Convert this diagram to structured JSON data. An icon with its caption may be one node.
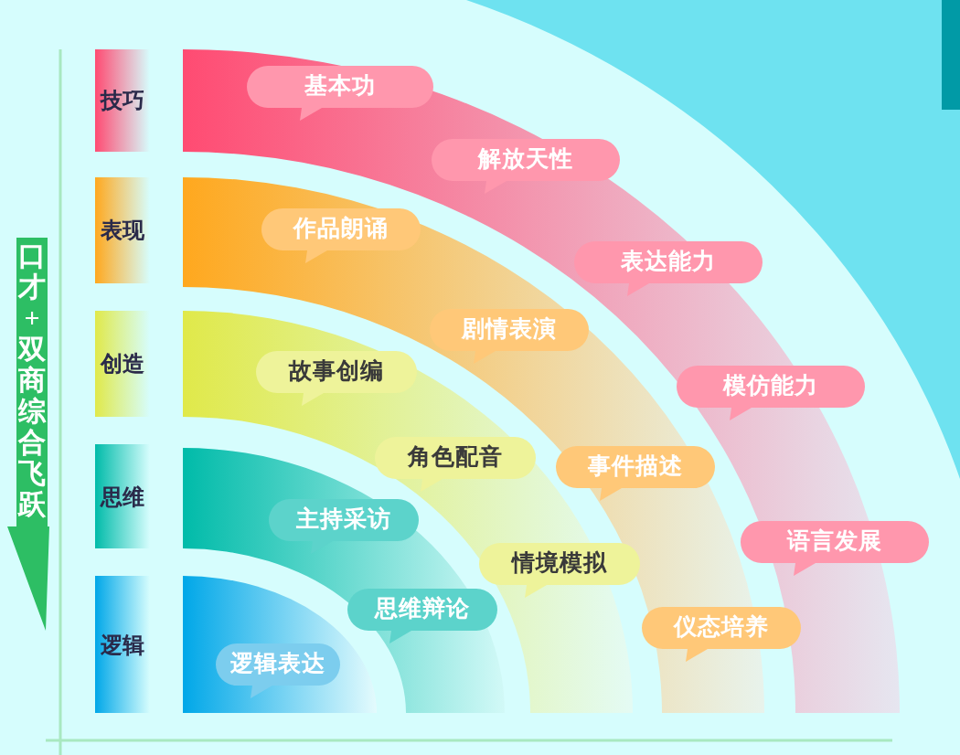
{
  "diagram": {
    "nodes": [
      {
        "text": [
          "口才+双商综合飞跃"
        ]
      },
      {
        "text": [
          "技巧"
        ]
      },
      {
        "text": [
          "表现"
        ]
      },
      {
        "text": [
          "创造"
        ]
      },
      {
        "text": [
          "思维"
        ]
      },
      {
        "text": [
          "逻辑"
        ]
      },
      {
        "text": [
          "基本功"
        ]
      },
      {
        "text": [
          "解放天性"
        ]
      },
      {
        "text": [
          "作品朗诵"
        ]
      },
      {
        "text": [
          "表达能力"
        ]
      },
      {
        "text": [
          "剧情表演"
        ]
      },
      {
        "text": [
          "故事创编"
        ]
      },
      {
        "text": [
          "模仿能力"
        ]
      },
      {
        "text": [
          "角色配音"
        ]
      },
      {
        "text": [
          "事件描述"
        ]
      },
      {
        "text": [
          "主持采访"
        ]
      },
      {
        "text": [
          "语言发展"
        ]
      },
      {
        "text": [
          "情境模拟"
        ]
      },
      {
        "text": [
          "思维辩论"
        ]
      },
      {
        "text": [
          "仪态培养"
        ]
      },
      {
        "text": [
          "逻辑表达"
        ]
      }
    ]
  }
}
